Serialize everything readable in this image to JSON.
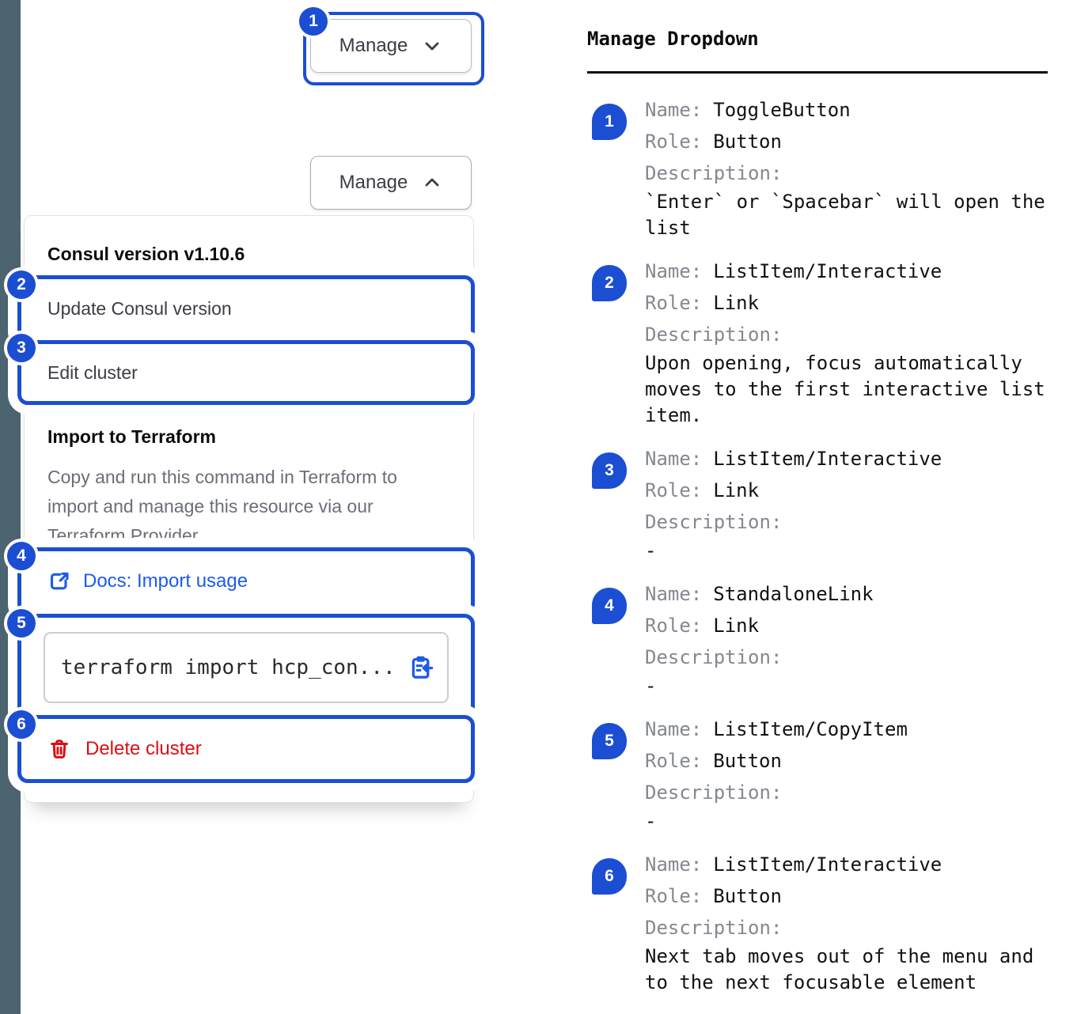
{
  "left": {
    "toggle_closed": {
      "label": "Manage"
    },
    "toggle_open": {
      "label": "Manage"
    },
    "menu": {
      "version_label": "Consul version v1.10.6",
      "item_update": "Update Consul version",
      "item_edit": "Edit cluster",
      "import_section": {
        "title": "Import to Terraform",
        "description": "Copy and run this command in Terraform to import and manage this resource via our Terraform Provider.",
        "docs_link": "Docs: Import usage",
        "code": "terraform import hcp_con...",
        "delete_label": "Delete cluster"
      }
    },
    "badges": [
      "1",
      "2",
      "3",
      "4",
      "5",
      "6"
    ]
  },
  "right": {
    "title": "Manage Dropdown",
    "labels": {
      "name": "Name:",
      "role": "Role:",
      "description": "Description:"
    },
    "items": [
      {
        "num": "1",
        "name": "ToggleButton",
        "role": "Button",
        "description": "`Enter` or `Spacebar` will open the list"
      },
      {
        "num": "2",
        "name": "ListItem/Interactive",
        "role": "Link",
        "description": "Upon opening, focus automatically moves to the first interactive list item."
      },
      {
        "num": "3",
        "name": "ListItem/Interactive",
        "role": "Link",
        "description": "-"
      },
      {
        "num": "4",
        "name": "StandaloneLink",
        "role": "Link",
        "description": "-"
      },
      {
        "num": "5",
        "name": "ListItem/CopyItem",
        "role": "Button",
        "description": "-"
      },
      {
        "num": "6",
        "name": "ListItem/Interactive",
        "role": "Button",
        "description": "Next tab moves out of the menu and to the next focusable element"
      }
    ]
  },
  "icons": {
    "chevron_down": "chevron-down",
    "chevron_up": "chevron-up",
    "external_link": "external-link",
    "clipboard_copy": "clipboard-copy",
    "trash": "trash"
  },
  "colors": {
    "annotation_blue": "#1b4ed2",
    "link_blue": "#1c5beb",
    "critical_red": "#dc0e12",
    "sidebar_slate": "#4c6370",
    "text_primary": "#0b0c0f",
    "text_secondary": "#3b3d45",
    "text_muted": "#6a6e76"
  }
}
